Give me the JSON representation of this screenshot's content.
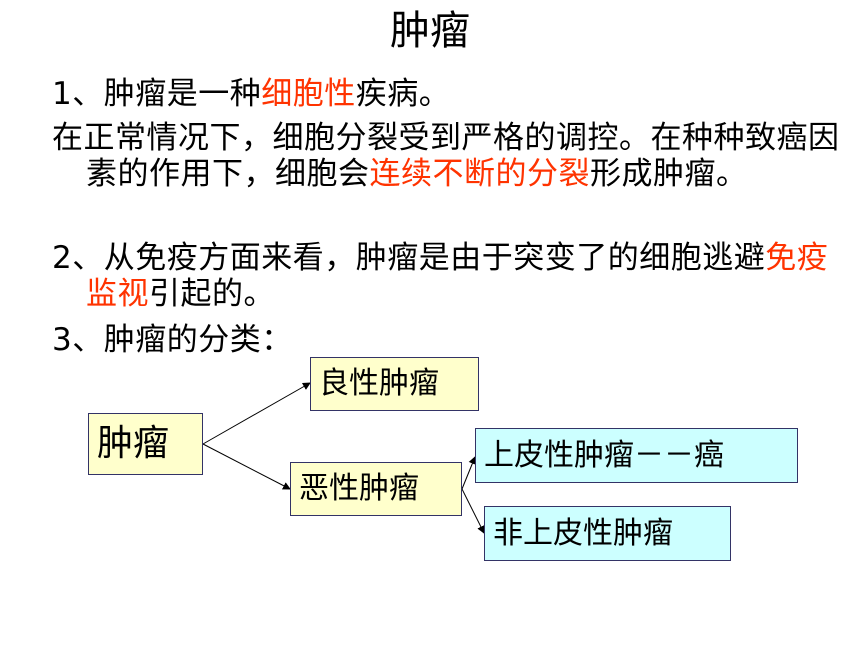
{
  "title": "肿瘤",
  "paragraphs": {
    "p1": {
      "a": "1、肿瘤是一种",
      "b": "细胞性",
      "c": "疾病。"
    },
    "p2": {
      "a": "在正常情况下，细胞分裂受到严格的调控。在种种致癌因素的作用下，细胞会",
      "b": "连续不断的分裂",
      "c": "形成肿瘤。"
    },
    "p3": {
      "a": "2、从免疫方面来看，肿瘤是由于突变了的细胞逃避",
      "b": "免疫监视",
      "c": "引起的。"
    },
    "p4": "3、肿瘤的分类："
  },
  "diagram": {
    "root": "肿瘤",
    "benign": "良性肿瘤",
    "malignant": "恶性肿瘤",
    "epithelial": "上皮性肿瘤－－癌",
    "non_epithelial": "非上皮性肿瘤"
  },
  "colors": {
    "highlight": "#ff3300",
    "box_yellow": "#ffffcc",
    "box_cyan": "#ccffff",
    "box_border": "#333366"
  }
}
